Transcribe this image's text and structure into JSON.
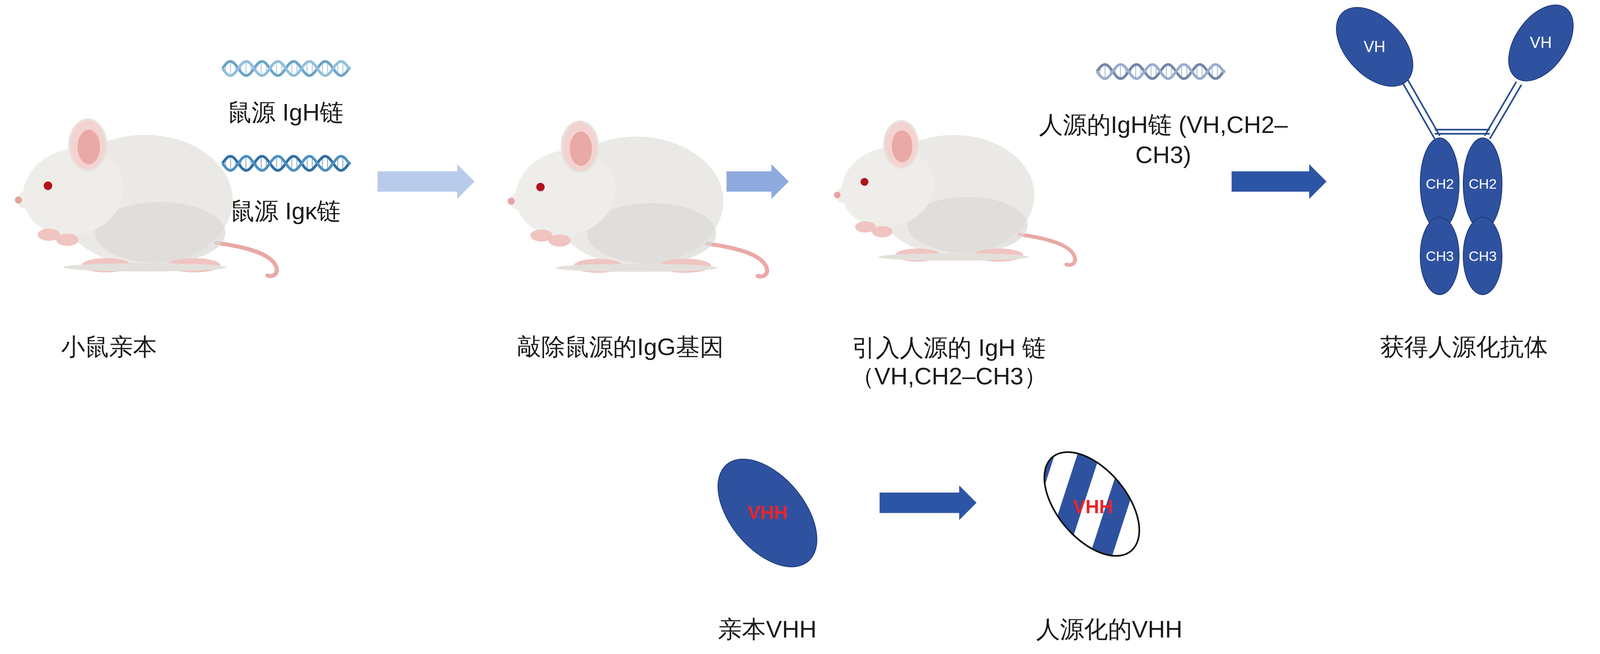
{
  "diagram": {
    "nodes": [
      {
        "text": [
          "小鼠亲本"
        ]
      },
      {
        "text": [
          "敲除鼠源的IgG基因"
        ]
      },
      {
        "text": [
          "引入人源的 IgH 链 （VH,CH2–CH3）"
        ]
      },
      {
        "text": [
          "获得人源化抗体"
        ]
      },
      {
        "text": [
          "VH"
        ],
        "in": 3
      },
      {
        "text": [
          "VH"
        ],
        "in": 3
      },
      {
        "text": [
          "CH2"
        ],
        "in": 3
      },
      {
        "text": [
          "CH2"
        ],
        "in": 3
      },
      {
        "text": [
          "CH3"
        ],
        "in": 3
      },
      {
        "text": [
          "CH3"
        ],
        "in": 3
      },
      {
        "text": [
          "VHH",
          "亲本VHH"
        ]
      },
      {
        "text": [
          "VHH",
          "人源化的VHH"
        ]
      }
    ],
    "edges": [
      {
        "from": 0,
        "to": 1,
        "arrow": "to"
      },
      {
        "from": 1,
        "to": 2,
        "arrow": "to"
      },
      {
        "from": 2,
        "to": 3,
        "arrow": "to"
      },
      {
        "from": 10,
        "to": 11,
        "arrow": "to"
      }
    ],
    "labels": [
      "鼠源 IgH链",
      "鼠源 Igκ链",
      "人源的IgH链 (VH,CH2– CH3)"
    ]
  }
}
